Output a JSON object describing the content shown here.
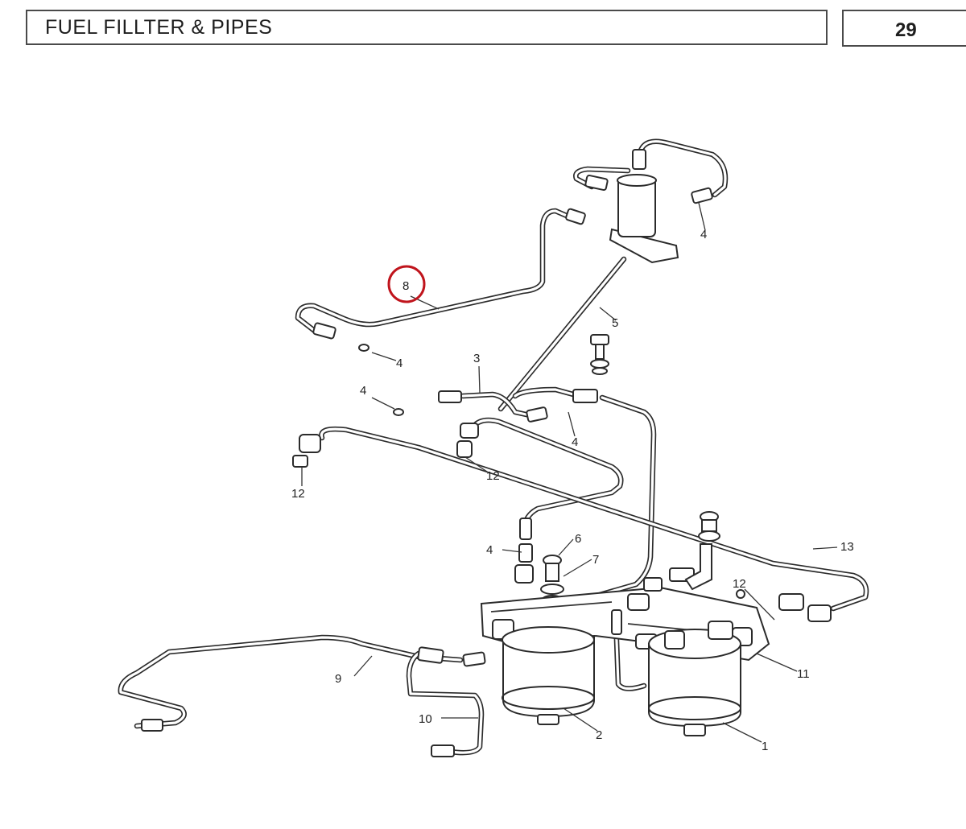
{
  "header": {
    "title": "FUEL FILLTER & PIPES",
    "page_number": "29"
  },
  "highlight_color": "#c0141c",
  "callouts": {
    "c1": "1",
    "c2": "2",
    "c3": "3",
    "c4a": "4",
    "c4b": "4",
    "c4c": "4",
    "c4d": "4",
    "c4e": "4",
    "c5": "5",
    "c6": "6",
    "c7": "7",
    "c8": "8",
    "c9": "9",
    "c10": "10",
    "c11": "11",
    "c12a": "12",
    "c12b": "12",
    "c12c": "12",
    "c13": "13"
  }
}
